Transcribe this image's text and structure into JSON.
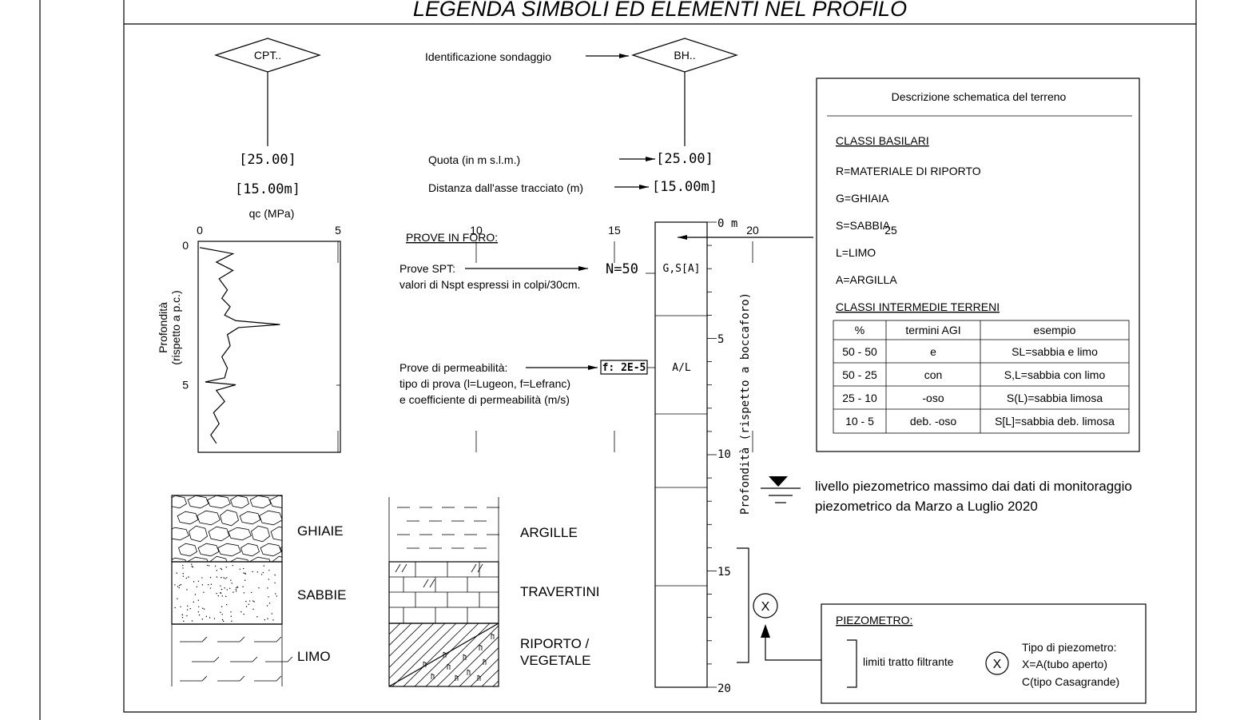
{
  "title": "LEGENDA SIMBOLI ED ELEMENTI NEL PROFILO",
  "cpt": {
    "label": "CPT..",
    "elevation": "[25.00]",
    "distance": "[15.00m]",
    "chart": {
      "xlabel": "qc (MPa)",
      "ylabel_line1": "Profondità",
      "ylabel_line2": "(rispetto a p.c.)",
      "x_ticks": [
        "0",
        "5",
        "10",
        "15",
        "20",
        "25"
      ],
      "y_ticks": [
        "0",
        "5"
      ]
    }
  },
  "borehole": {
    "label": "BH..",
    "id_caption": "Identificazione sondaggio",
    "elevation_caption": "Quota (in m s.l.m.)",
    "elevation": "[25.00]",
    "distance_caption": "Distanza dall'asse tracciato (m)",
    "distance": "[15.00m]",
    "depth_unit": "0 m",
    "depth_ticks": [
      "5",
      "10",
      "15",
      "20"
    ],
    "axis_label": "Profondità (rispetto a boccaforo)",
    "layer1_code": "G,S[A]",
    "layer2_code": "A/L"
  },
  "tests": {
    "heading": "PROVE IN FORO:",
    "spt_label": "Prove SPT:",
    "spt_value": "N=50",
    "spt_note": "valori di Nspt espressi in colpi/30cm.",
    "perm_label": "Prove di permeabilità:",
    "perm_note1": "tipo di prova (l=Lugeon, f=Lefranc)",
    "perm_note2": "e coefficiente di permeabilità (m/s)",
    "perm_value": "f: 2E-5"
  },
  "description": {
    "title": "Descrizione schematica del terreno",
    "basic_heading": "CLASSI BASILARI",
    "basic_classes": [
      "R=MATERIALE DI RIPORTO",
      "G=GHIAIA",
      "S=SABBIA",
      "L=LIMO",
      "A=ARGILLA"
    ],
    "intermediate_heading": "CLASSI INTERMEDIE TERRENI",
    "table_headers": [
      "%",
      "termini AGI",
      "esempio"
    ],
    "table_rows": [
      [
        "50 - 50",
        "e",
        "SL=sabbia e limo"
      ],
      [
        "50 - 25",
        "con",
        "S,L=sabbia con limo"
      ],
      [
        "25 - 10",
        "-oso",
        "S(L)=sabbia limosa"
      ],
      [
        "10 - 5",
        "deb. -oso",
        "S[L]=sabbia deb. limosa"
      ]
    ]
  },
  "piezometric": {
    "line1": "livello piezometrico massimo dai dati di monitoraggio",
    "line2": "piezometrico da Marzo a Luglio 2020"
  },
  "soils_left": [
    "GHIAIE",
    "SABBIE",
    "LIMO"
  ],
  "soils_right": [
    "ARGILLE",
    "TRAVERTINI",
    "RIPORTO /",
    "VEGETALE"
  ],
  "piezometer": {
    "heading": "PIEZOMETRO:",
    "filter_label": "limiti tratto filtrante",
    "symbol": "X",
    "type_line1": "Tipo di piezometro:",
    "type_line2": "X=A(tubo aperto)",
    "type_line3": "C(tipo Casagrande)"
  },
  "cpt_profile": [
    [
      0,
      0.08
    ],
    [
      1.2,
      0.3
    ],
    [
      0.6,
      0.6
    ],
    [
      1.2,
      0.9
    ],
    [
      0.7,
      1.2
    ],
    [
      1.0,
      1.6
    ],
    [
      0.8,
      1.9
    ],
    [
      1.1,
      2.2
    ],
    [
      0.9,
      2.5
    ],
    [
      1.3,
      2.7
    ],
    [
      2.9,
      2.84
    ],
    [
      1.4,
      2.95
    ],
    [
      1.0,
      3.2
    ],
    [
      1.1,
      3.6
    ],
    [
      0.8,
      4.0
    ],
    [
      1.0,
      4.4
    ],
    [
      0.9,
      4.75
    ],
    [
      0.2,
      4.9
    ],
    [
      1.3,
      5.0
    ],
    [
      0.6,
      5.2
    ],
    [
      0.9,
      5.6
    ],
    [
      0.5,
      6.0
    ],
    [
      0.7,
      6.4
    ],
    [
      0.4,
      6.8
    ],
    [
      0.6,
      7.1
    ]
  ]
}
